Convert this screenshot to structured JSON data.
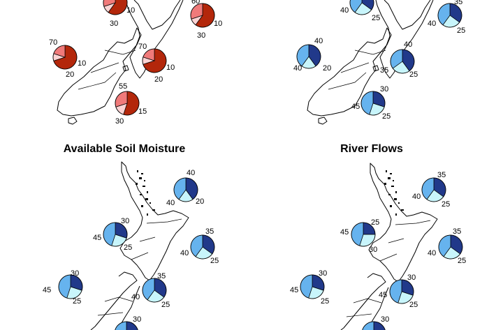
{
  "colors": {
    "warm": {
      "above": "#b3270b",
      "near": "#f07a7a",
      "below": "#fcd3d3"
    },
    "cool": {
      "above": "#21398a",
      "near": "#66b3ee",
      "below": "#c8f5fb"
    }
  },
  "panels": [
    {
      "id": "temperature",
      "title": "",
      "scheme": "warm",
      "pies": [
        {
          "region": "top-left",
          "above": 60,
          "near": 30,
          "below": 10,
          "shown_labels": [
            "30",
            "10"
          ]
        },
        {
          "region": "top-right",
          "above": 60,
          "near": 30,
          "below": 10,
          "shown_labels": [
            "60",
            "30",
            "10"
          ]
        },
        {
          "region": "west",
          "above": 70,
          "near": 20,
          "below": 10,
          "shown_labels": [
            "70",
            "20",
            "10"
          ]
        },
        {
          "region": "east",
          "above": 70,
          "near": 20,
          "below": 10,
          "shown_labels": [
            "70",
            "20",
            "10"
          ]
        },
        {
          "region": "south",
          "above": 55,
          "near": 30,
          "below": 15,
          "shown_labels": [
            "55",
            "30",
            "15"
          ]
        }
      ]
    },
    {
      "id": "rainfall",
      "title": "",
      "scheme": "cool",
      "pies": [
        {
          "region": "top-left",
          "above": 35,
          "near": 40,
          "below": 25,
          "shown_labels": [
            "40",
            "25"
          ]
        },
        {
          "region": "top-right",
          "above": 35,
          "near": 40,
          "below": 25,
          "shown_labels": [
            "35",
            "40",
            "25"
          ]
        },
        {
          "region": "west",
          "above": 40,
          "near": 40,
          "below": 20,
          "shown_labels": [
            "40",
            "40",
            "20"
          ]
        },
        {
          "region": "east",
          "above": 40,
          "near": 35,
          "below": 25,
          "shown_labels": [
            "40",
            "35",
            "25"
          ]
        },
        {
          "region": "south",
          "above": 30,
          "near": 45,
          "below": 25,
          "shown_labels": [
            "30",
            "45",
            "25"
          ]
        }
      ]
    },
    {
      "id": "soil-moisture",
      "title": "Available Soil Moisture",
      "scheme": "cool",
      "pies": [
        {
          "region": "north-of-north",
          "above": 40,
          "near": 40,
          "below": 20,
          "shown_labels": [
            "40",
            "40",
            "20"
          ]
        },
        {
          "region": "west-of-north",
          "above": 30,
          "near": 45,
          "below": 25,
          "shown_labels": [
            "30",
            "45",
            "25"
          ]
        },
        {
          "region": "east-of-north",
          "above": 35,
          "near": 40,
          "below": 25,
          "shown_labels": [
            "35",
            "40",
            "25"
          ]
        },
        {
          "region": "north-south-island",
          "above": 30,
          "near": 45,
          "below": 25,
          "shown_labels": [
            "30",
            "45",
            "25"
          ]
        },
        {
          "region": "east-south-island",
          "above": 35,
          "near": 40,
          "below": 25,
          "shown_labels": [
            "35",
            "40",
            "25"
          ]
        },
        {
          "region": "bottom",
          "above": 30,
          "near": 45,
          "below": 25,
          "shown_labels": [
            "30"
          ]
        }
      ]
    },
    {
      "id": "river-flows",
      "title": "River Flows",
      "scheme": "cool",
      "pies": [
        {
          "region": "north-of-north",
          "above": 35,
          "near": 40,
          "below": 25,
          "shown_labels": [
            "35",
            "40",
            "25"
          ]
        },
        {
          "region": "west-of-north",
          "above": 25,
          "near": 45,
          "below": 30,
          "shown_labels": [
            "25",
            "45",
            "30"
          ]
        },
        {
          "region": "east-of-north",
          "above": 35,
          "near": 40,
          "below": 25,
          "shown_labels": [
            "35",
            "40",
            "25"
          ]
        },
        {
          "region": "north-south-island",
          "above": 30,
          "near": 45,
          "below": 25,
          "shown_labels": [
            "30",
            "45",
            "25"
          ]
        },
        {
          "region": "east-south-island",
          "above": 30,
          "near": 45,
          "below": 25,
          "shown_labels": [
            "30",
            "45",
            "25"
          ]
        },
        {
          "region": "bottom",
          "above": 30,
          "near": 45,
          "below": 25,
          "shown_labels": [
            "30"
          ]
        }
      ]
    }
  ]
}
